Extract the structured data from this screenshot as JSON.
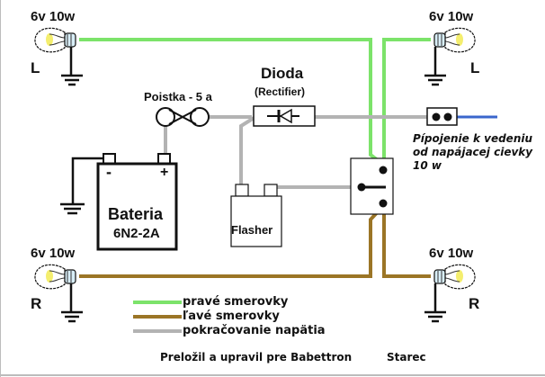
{
  "colors": {
    "right_turn": "#7ce36a",
    "left_turn": "#9b7526",
    "supply": "#b3b3b3",
    "coil": "#3a66cc",
    "ground": "#111111",
    "bulb_glow": "#f4ee6e"
  },
  "lamps": [
    {
      "id": "top-left",
      "rating": "6v  10w",
      "side": "L",
      "wire": "right_turn"
    },
    {
      "id": "top-right",
      "rating": "6v  10w",
      "side": "L",
      "wire": "right_turn"
    },
    {
      "id": "bottom-left",
      "rating": "6v  10w",
      "side": "R",
      "wire": "left_turn"
    },
    {
      "id": "bottom-right",
      "rating": "6v  10w",
      "side": "R",
      "wire": "left_turn"
    }
  ],
  "diode": {
    "title": "Dioda",
    "subtitle": "(Rectifier)"
  },
  "fuse": {
    "label": "Poistka - 5 a"
  },
  "battery": {
    "name": "Bateria",
    "model": "6N2-2A",
    "neg": "-",
    "pos": "+"
  },
  "flasher": {
    "label": "Flasher"
  },
  "connector_note": {
    "line1": "Pípojenie k vedeniu",
    "line2": "od napájacej cievky",
    "line3": "10 w"
  },
  "legend": [
    {
      "label": "pravé smerovky",
      "color_key": "right_turn"
    },
    {
      "label": "ľavé smerovky",
      "color_key": "left_turn"
    },
    {
      "label": "pokračovanie  napätia",
      "color_key": "supply"
    }
  ],
  "credit": {
    "text": "Preložil a  upravil pre Babettron",
    "author": "Starec"
  }
}
